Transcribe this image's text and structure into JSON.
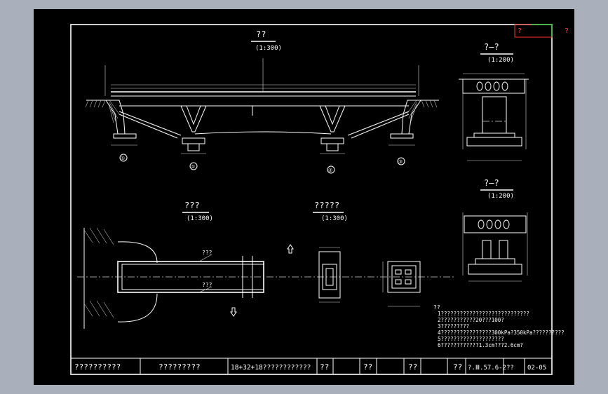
{
  "sheet": {
    "views": {
      "elevation": {
        "title": "??",
        "scale": "(1:300)"
      },
      "section_top": {
        "title": "?—?",
        "scale": "(1:200)"
      },
      "section_bottom": {
        "title": "?—?",
        "scale": "(1:200)"
      },
      "plan": {
        "title": "???",
        "scale": "(1:300)"
      },
      "detail": {
        "title": "?????",
        "scale": "(1:300)"
      }
    },
    "corner_mark": "?",
    "corner_mark_right": "?",
    "plan_labels": {
      "upper": "???",
      "lower": "???"
    },
    "pier_labels": [
      "①",
      "①",
      "②",
      "③"
    ],
    "notes": {
      "heading": "??",
      "lines": [
        "1????????????????????????????",
        "2???????????20???100?",
        "3?????????",
        "4????????????????300kPa?350kPa??????????",
        "5????????????????????",
        "6????????????1.3cm???2.6cm?"
      ]
    },
    "title_block": {
      "cells": [
        "??????????",
        "?????????",
        "18+32+18????????????",
        "??",
        "??",
        "??",
        "??",
        "?.Ⅲ.57.6-2??",
        "02-05"
      ]
    }
  },
  "colors": {
    "background": "#000000",
    "line": "#ffffff",
    "outer": "#a9b0bb",
    "accent_green": "#00d000",
    "accent_red": "#ff3030",
    "text_yellow": "#ffff55"
  }
}
